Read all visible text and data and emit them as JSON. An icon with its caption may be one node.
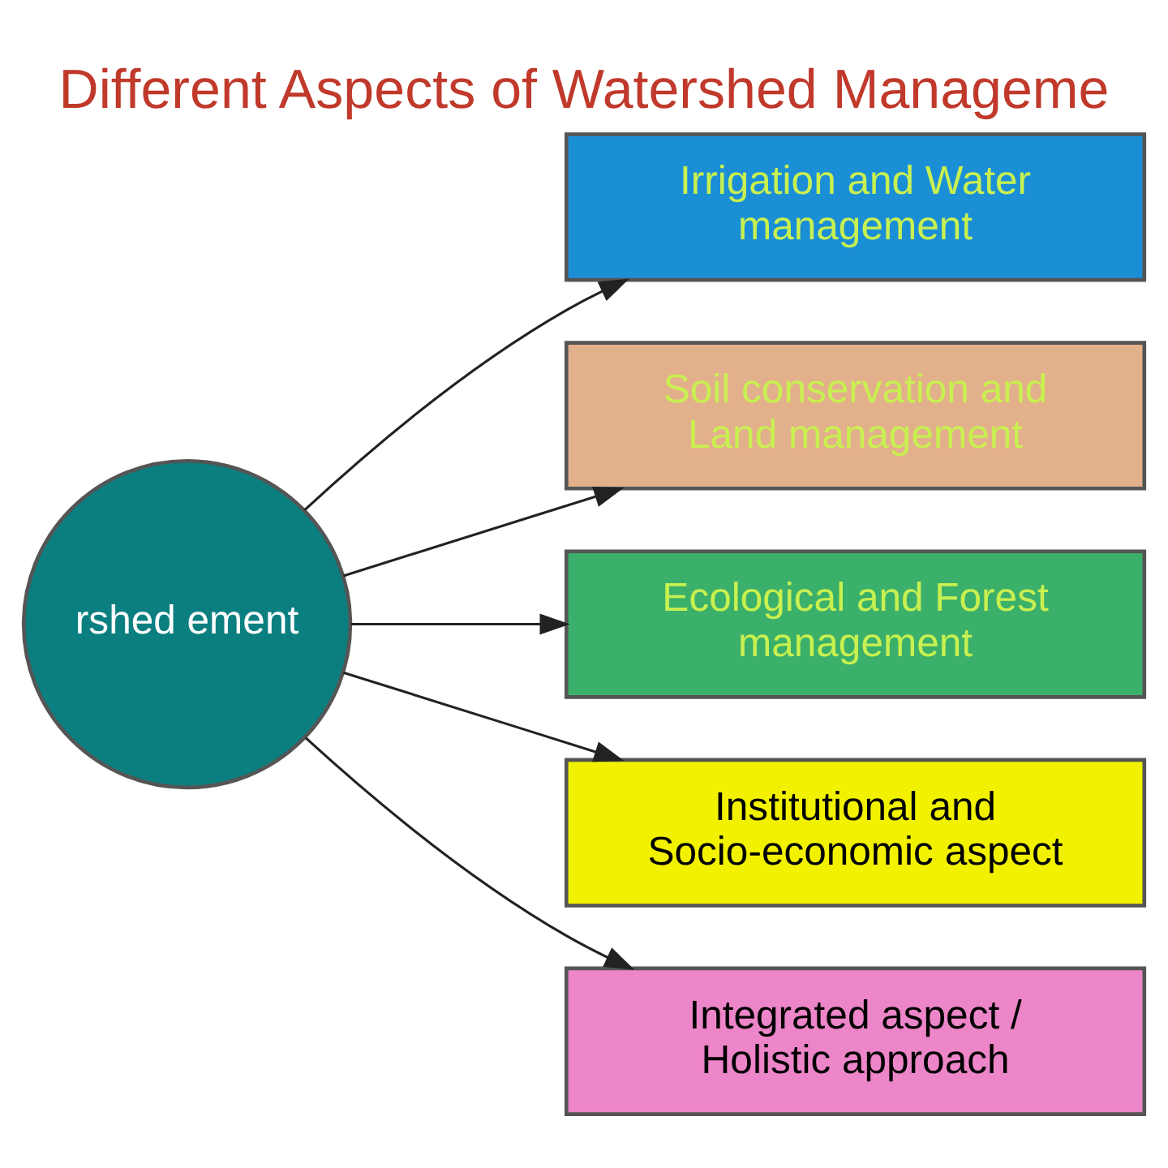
{
  "diagram": {
    "title": "Different Aspects of Watershed Manageme",
    "nodes": [
      {
        "text": [
          "rshed ement"
        ]
      },
      {
        "text": [
          "Irrigation and Water management"
        ]
      },
      {
        "text": [
          "Soil conservation and Land management"
        ]
      },
      {
        "text": [
          "Ecological and Forest management"
        ]
      },
      {
        "text": [
          "Institutional and Socio-economic aspect"
        ]
      },
      {
        "text": [
          "Integrated aspect / Holistic approach"
        ]
      }
    ],
    "edges": [
      {
        "from": 0,
        "to": 1,
        "arrow": "to"
      },
      {
        "from": 0,
        "to": 2,
        "arrow": "to"
      },
      {
        "from": 0,
        "to": 3,
        "arrow": "to"
      },
      {
        "from": 0,
        "to": 4,
        "arrow": "to"
      },
      {
        "from": 0,
        "to": 5,
        "arrow": "to"
      }
    ]
  }
}
